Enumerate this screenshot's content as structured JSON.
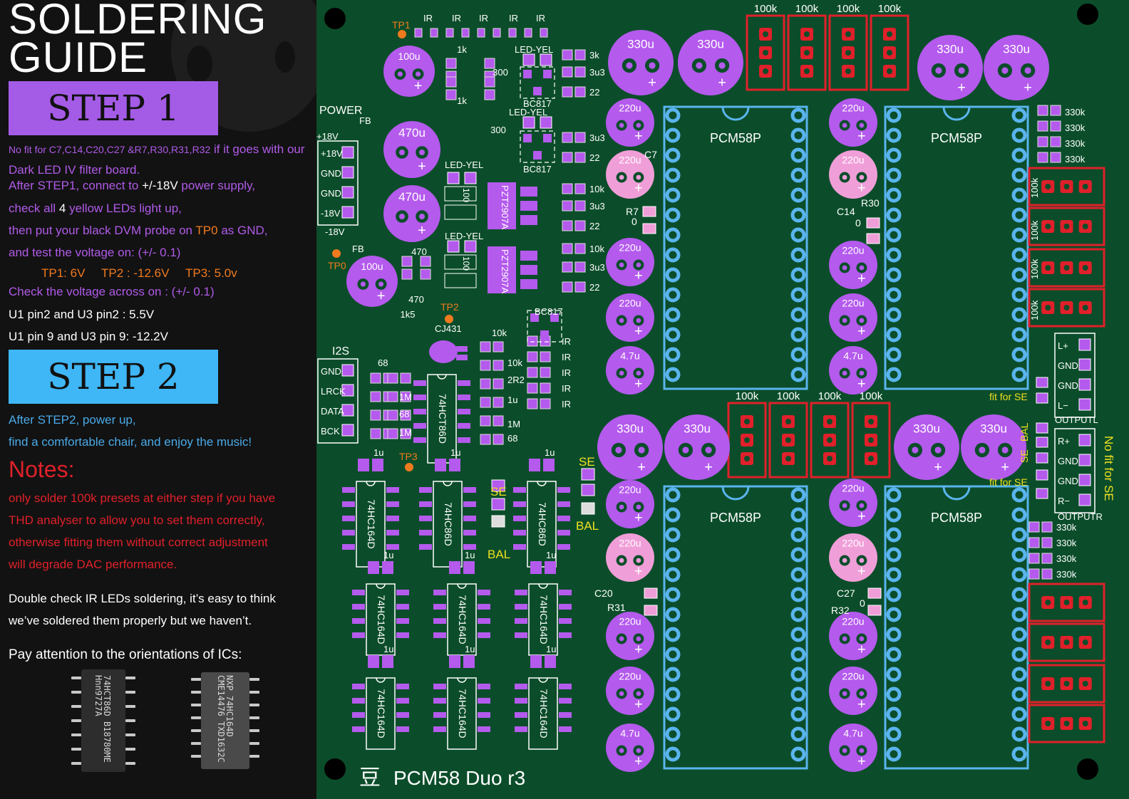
{
  "guide": {
    "title_line1": "SOLDERING",
    "title_line2": "GUIDE",
    "step1": {
      "label": "STEP 1",
      "note_small": "No fit for C7,C14,C20,C27 &R7,R30,R31,R32",
      "note_small_tail": "if it goes with our",
      "note_line2": "Dark LED IV filter board.",
      "after_a": "After STEP1, connect to",
      "after_b": "+/-18V",
      "after_c": "power supply,",
      "check_a": "check  all",
      "check_b": "4",
      "check_c": "yellow LEDs  light up,",
      "probe_a": "then put your black DVM probe on",
      "probe_b": "TP0",
      "probe_c": "as GND,",
      "test": "and test the voltage on: (+/- 0.1)",
      "tp1": "TP1: 6V",
      "tp2": "TP2 : -12.6V",
      "tp3": "TP3: 5.0v",
      "across": "Check the voltage across on : (+/- 0.1)",
      "u_pin2": "U1 pin2 and U3 pin2 :  5.5V",
      "u_pin9": "U1 pin 9 and U3 pin 9:  -12.2V"
    },
    "step2": {
      "label": "STEP 2",
      "after": "After  STEP2,  power up,",
      "enjoy": "find a comfortable chair, and enjoy the music!"
    },
    "notes": {
      "heading": "Notes:",
      "lines": [
        "only solder 100k presets  at either step if you have",
        " THD analyser to allow you to set them correctly,",
        "otherwise fitting them without correct adjustment",
        "will degrade DAC performance."
      ],
      "double_check": [
        "Double check IR LEDs soldering,  it’s easy to think",
        "we’ve soldered them properly but we haven’t."
      ],
      "orientation": "Pay attention to the orientations of ICs:"
    },
    "ic_photos": {
      "left_marking": "74HCT86D B18780ME Hnn9727A",
      "right_marking": "NXP 74HC164D CME14476 TXD1632C"
    }
  },
  "pcb": {
    "board_title": "PCM58 Duo r3",
    "logo_glyph": "豆",
    "colors": {
      "board": "#0b4d2a",
      "pad": "#b45aed",
      "preset": "#e0202a",
      "dac_outline": "#5ab4ee",
      "silk": "#ffffff",
      "tp": "#f07a1e"
    },
    "power_header": [
      "+18V",
      "GND",
      "GND",
      "-18V"
    ],
    "power_labels": {
      "power": "POWER",
      "fb": "FB",
      "p18": "+18V",
      "m18": "-18V"
    },
    "i2s_header": [
      "GND",
      "LRCK",
      "DATA",
      "BCK"
    ],
    "i2s_label": "I2S",
    "test_points": [
      "TP0",
      "TP1",
      "TP2",
      "TP3"
    ],
    "dac_chip": "PCM58P",
    "caps": {
      "c330": "330u",
      "c220": "220u",
      "c470": "470u",
      "c100": "100u",
      "c47": "4.7u"
    },
    "resistors": {
      "r100k": "100k",
      "r330k": "330k",
      "r3k": "3k",
      "r3u3": "3u3",
      "r22": "22",
      "r10k": "10k",
      "r1k": "1k",
      "r300": "300",
      "r470": "470",
      "r1k5": "1k5",
      "r68": "68",
      "r1M": "1M",
      "r1u": "1u",
      "r2R2": "2R2",
      "r0": "0",
      "IR": "IR"
    },
    "semis": {
      "led": "LED-YEL",
      "bc817": "BC817",
      "pzt": "PZT2907A",
      "cj431": "CJ431",
      "hct86": "74HCT86D",
      "hc86": "74HC86D",
      "hc164": "74HC164D"
    },
    "refs": {
      "c7": "C7",
      "c14": "C14",
      "c20": "C20",
      "c27": "C27",
      "r7": "R7",
      "r30": "R30",
      "r31": "R31",
      "r32": "R32"
    },
    "jumpers": {
      "se": "SE",
      "bal": "BAL",
      "fit_se": "fit for SE",
      "no_fit_se": "No fit for SE"
    },
    "out_left": [
      "L+",
      "GND",
      "GND",
      "L−"
    ],
    "out_left_label": "OUTPUTL",
    "out_right": [
      "R+",
      "GND",
      "GND",
      "R−"
    ],
    "out_right_label": "OUTPUTR"
  }
}
